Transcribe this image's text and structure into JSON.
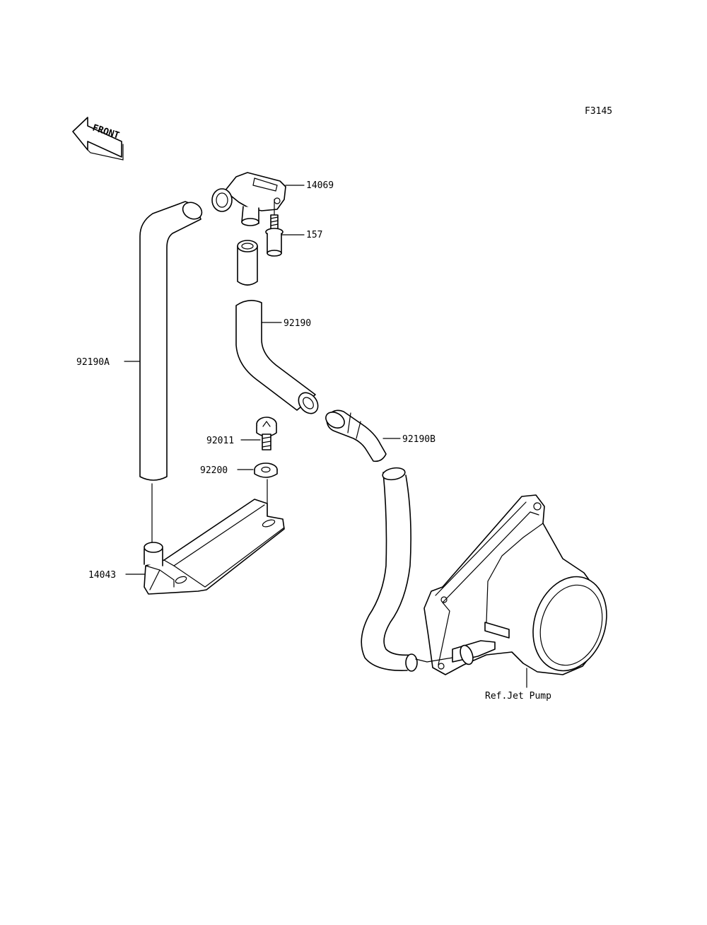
{
  "diagram": {
    "figure_code": "F3145",
    "front_label": "FRONT",
    "labels": {
      "p14069": "14069",
      "p157": "157",
      "p92190": "92190",
      "p92190A": "92190A",
      "p92011": "92011",
      "p92200": "92200",
      "p92190B": "92190B",
      "p14043": "14043",
      "ref_jet_pump": "Ref.Jet Pump"
    }
  }
}
